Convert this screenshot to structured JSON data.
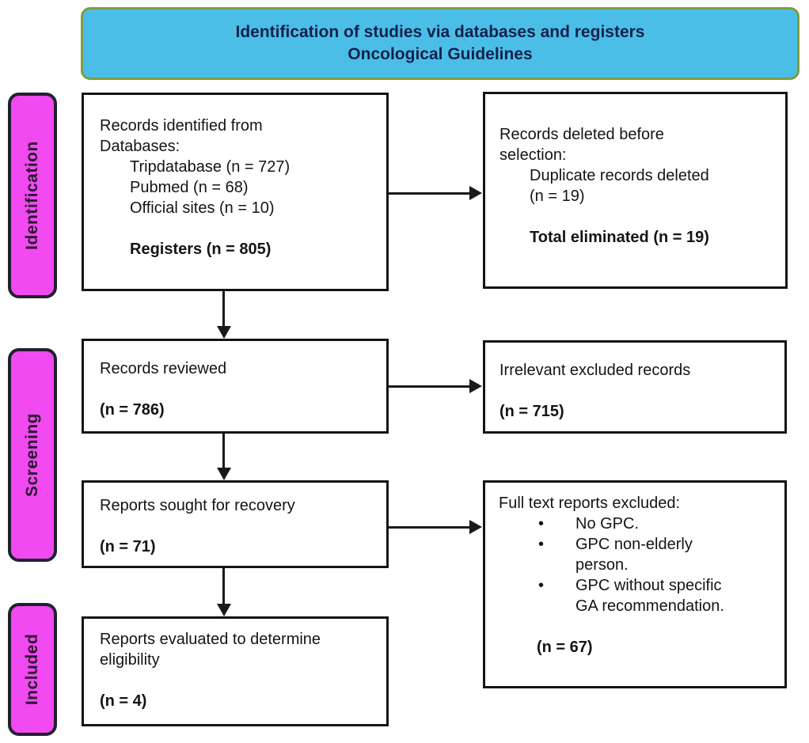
{
  "header": {
    "line1": "Identification of studies via databases and registers",
    "line2": "Oncological Guidelines"
  },
  "stages": {
    "identification": "Identification",
    "screening": "Screening",
    "included": "Included"
  },
  "boxes": {
    "records_identified": {
      "lines": [
        {
          "t": "Records identified from"
        },
        {
          "t": "Databases:"
        },
        {
          "t": "Tripdatabase (n = 727)",
          "i": 1
        },
        {
          "t": "Pubmed (n = 68)",
          "i": 1
        },
        {
          "t": "Official sites (n = 10)",
          "i": 1
        },
        {
          "sp": true
        },
        {
          "t": "Registers (n = 805)",
          "i": 1,
          "b": true
        }
      ]
    },
    "records_deleted": {
      "lines": [
        {
          "t": "Records deleted before"
        },
        {
          "t": "selection:"
        },
        {
          "t": "Duplicate records deleted",
          "i": 1
        },
        {
          "t": "(n = 19)",
          "i": 1
        },
        {
          "sp": true
        },
        {
          "t": "Total eliminated (n = 19)",
          "i": 1,
          "b": true
        }
      ]
    },
    "records_reviewed": {
      "lines": [
        {
          "t": "Records reviewed"
        },
        {
          "sp": true
        },
        {
          "t": "(n = 786)",
          "b": true
        }
      ]
    },
    "irrelevant_excluded": {
      "lines": [
        {
          "t": "Irrelevant excluded records"
        },
        {
          "sp": true
        },
        {
          "t": "(n = 715)",
          "b": true
        }
      ]
    },
    "reports_sought": {
      "lines": [
        {
          "t": "Reports sought for recovery"
        },
        {
          "sp": true
        },
        {
          "t": "(n = 71)",
          "b": true
        }
      ]
    },
    "full_text_excluded": {
      "lines": [
        {
          "t": "Full text reports excluded:"
        },
        {
          "t": "No GPC.",
          "bu": true
        },
        {
          "t": "GPC non-elderly",
          "bu": true
        },
        {
          "t": "person.",
          "i": 3
        },
        {
          "t": "GPC without specific",
          "bu": true
        },
        {
          "t": "GA recommendation.",
          "i": 3
        },
        {
          "sp": true
        },
        {
          "t": "(n = 67)",
          "i": 2,
          "b": true
        }
      ]
    },
    "reports_evaluated": {
      "lines": [
        {
          "t": "Reports evaluated to determine"
        },
        {
          "t": "eligibility"
        },
        {
          "sp": true
        },
        {
          "t": "(n = 4)",
          "b": true
        }
      ]
    }
  },
  "colors": {
    "banner_bg": "#4bbee8",
    "banner_border": "#7f9c44",
    "stage_bg": "#f04af0",
    "stage_border": "#22202f",
    "box_border": "#141414",
    "arrow": "#1a1a1a"
  }
}
